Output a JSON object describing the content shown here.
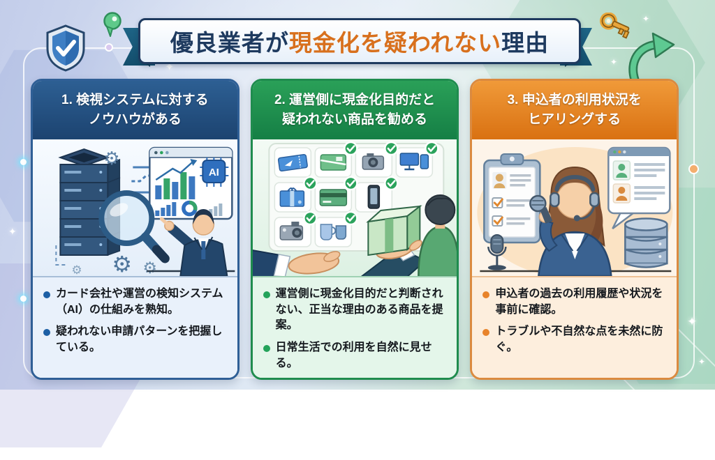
{
  "banner": {
    "title_part1": "優良業者が",
    "title_part2": "現金化を疑われない",
    "title_part3": "理由"
  },
  "cards": [
    {
      "header_line1": "1. 検視システムに対する",
      "header_line2": "ノウハウがある",
      "bullets": [
        "カード会社や運営の検知システム（AI）の仕組みを熟知。",
        "疑われない申請パターンを把握している。"
      ],
      "illustration": {
        "ai_chip_label": "AI"
      },
      "accent": "#2d5f93"
    },
    {
      "header_line1": "2. 運営側に現金化目的だと",
      "header_line2": "疑われない商品を勧める",
      "bullets": [
        "運営側に現金化目的だと判断されない、正当な理由のある商品を提案。",
        "日常生活での利用を自然に見せる。"
      ],
      "accent": "#22964f"
    },
    {
      "header_line1": "3. 申込者の利用状況を",
      "header_line2": "ヒアリングする",
      "bullets": [
        "申込者の過去の利用履歴や状況を事前に確認。",
        "トラブルや不自然な点を未然に防ぐ。"
      ],
      "accent": "#e2801f"
    }
  ],
  "colors": {
    "banner_navy": "#1e3a5f",
    "banner_orange": "#d8701d",
    "ribbon": "#18597a",
    "card1_panel": "#e9f1fb",
    "card2_panel": "#e4f6ea",
    "card3_panel": "#fdeedd"
  },
  "decor_icons": {
    "top_left_1": "shield-check",
    "top_left_2": "map-pin",
    "top_right_1": "key",
    "top_right_2": "curved-arrow"
  }
}
